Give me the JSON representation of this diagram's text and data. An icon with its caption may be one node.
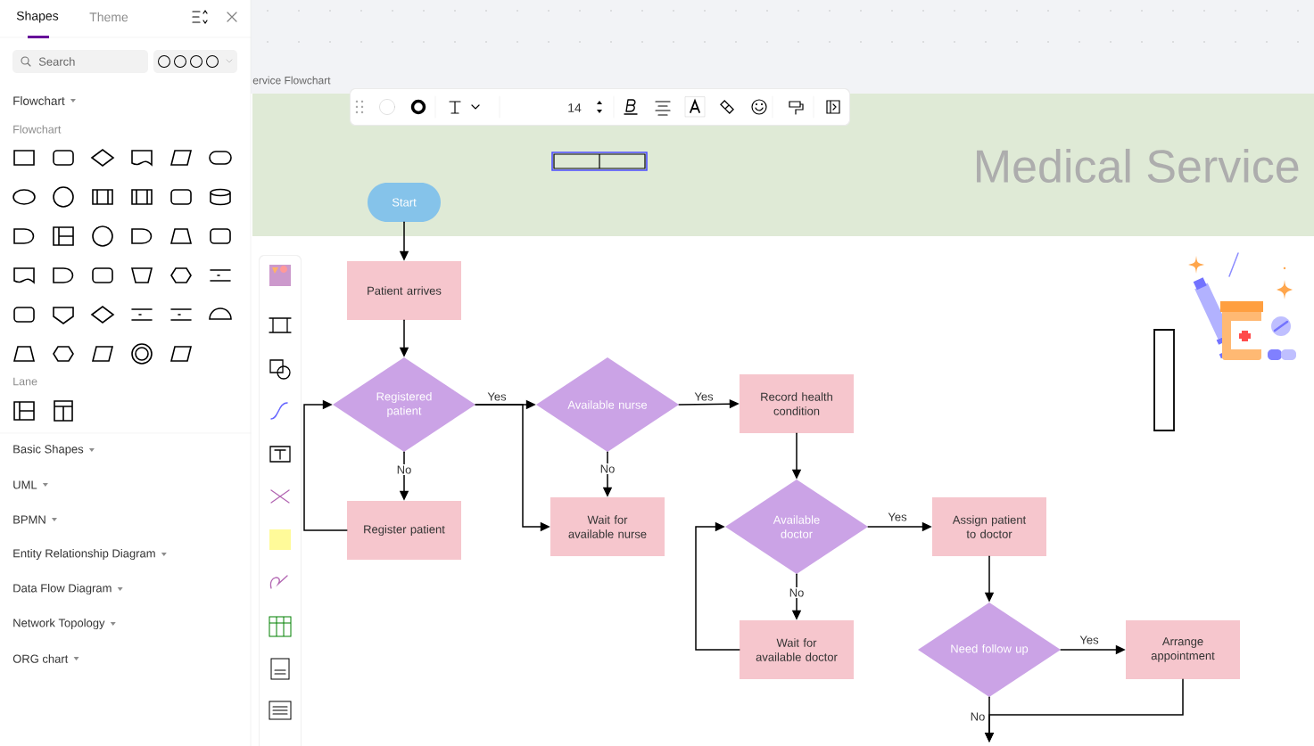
{
  "diagram": {
    "title": "Medical Service",
    "nodes": [
      {
        "text": [
          "Start"
        ]
      },
      {
        "text": [
          "Patient arrives"
        ]
      },
      {
        "text": [
          "Registered patient"
        ]
      },
      {
        "text": [
          "Register patient"
        ]
      },
      {
        "text": [
          "Available nurse"
        ]
      },
      {
        "text": [
          "Wait for available nurse"
        ]
      },
      {
        "text": [
          "Record health condition"
        ]
      },
      {
        "text": [
          "Available doctor"
        ]
      },
      {
        "text": [
          "Wait for available doctor"
        ]
      },
      {
        "text": [
          "Assign patient to doctor"
        ]
      },
      {
        "text": [
          "Need follow up"
        ]
      },
      {
        "text": [
          "Arrange appointment"
        ]
      },
      {
        "text": [],
        "shape": "box"
      },
      {
        "text": [],
        "shape": "box"
      }
    ],
    "edges": [
      {
        "from": 0,
        "to": 1,
        "arrow": "to"
      },
      {
        "from": 1,
        "to": 2,
        "arrow": "to"
      },
      {
        "from": 2,
        "to": 4,
        "arrow": "to",
        "label": "Yes"
      },
      {
        "from": 2,
        "to": 5,
        "arrow": "to"
      },
      {
        "from": 2,
        "to": 3,
        "arrow": "to",
        "label": "No"
      },
      {
        "from": 3,
        "to": 2,
        "arrow": "to"
      },
      {
        "from": 4,
        "to": 6,
        "arrow": "to",
        "label": "Yes"
      },
      {
        "from": 4,
        "to": 5,
        "arrow": "to",
        "label": "No"
      },
      {
        "from": 6,
        "to": 7,
        "arrow": "to"
      },
      {
        "from": 7,
        "to": 9,
        "arrow": "to",
        "label": "Yes"
      },
      {
        "from": 7,
        "to": 8,
        "arrow": "to",
        "label": "No"
      },
      {
        "from": 8,
        "to": 7,
        "arrow": "to"
      },
      {
        "from": 9,
        "to": 10,
        "arrow": "to"
      },
      {
        "from": 10,
        "to": 11,
        "arrow": "to",
        "label": "Yes"
      },
      {
        "from": 10,
        "to": null,
        "arrow": "to",
        "label": "No"
      },
      {
        "from": 11,
        "to": null,
        "arrow": "to"
      }
    ],
    "labels": [
      "Shapes",
      "Theme",
      "Search",
      "Flowchart",
      "Flowchart",
      "Lane",
      "Basic Shapes",
      "UML",
      "BPMN",
      "Entity Relationship Diagram",
      "Data Flow Diagram",
      "Network Topology",
      "ORG chart",
      "ervice Flowchart",
      "14"
    ]
  }
}
